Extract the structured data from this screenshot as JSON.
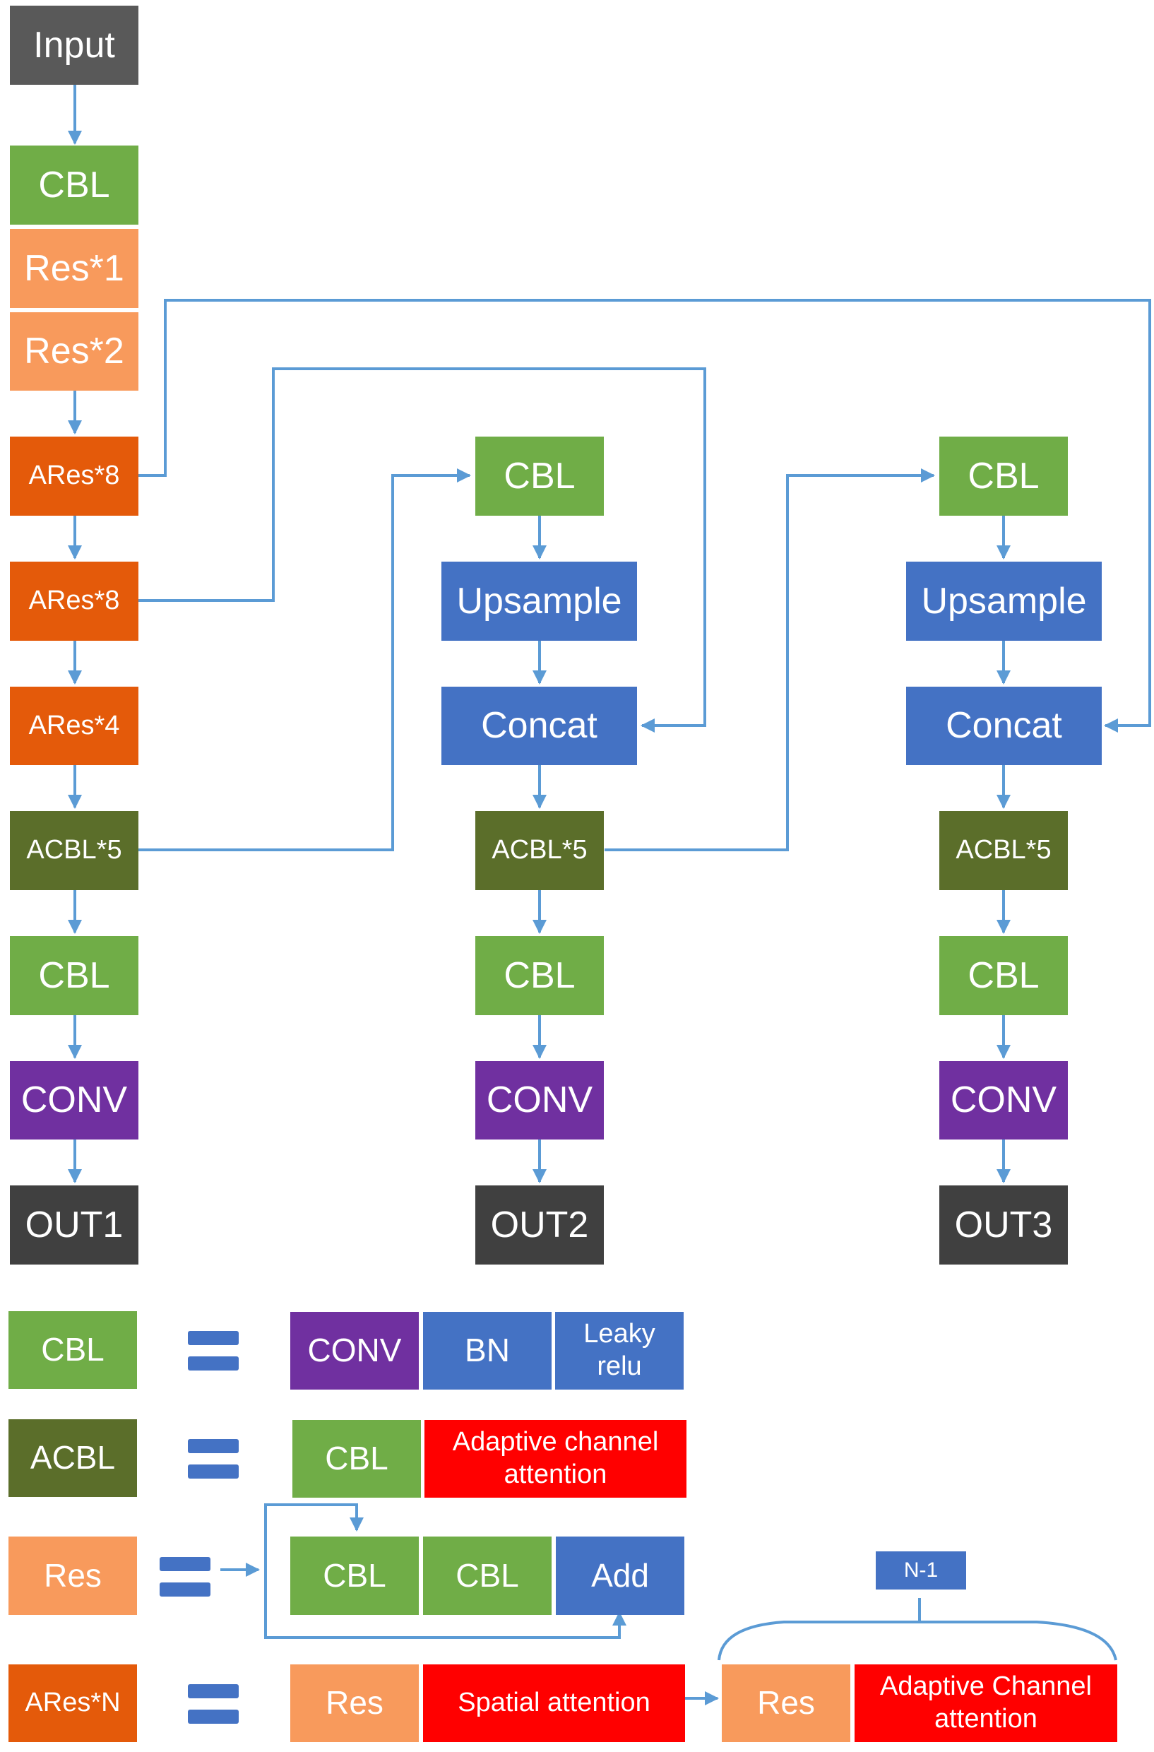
{
  "col1": {
    "input": "Input",
    "cbl_top": "CBL",
    "res1": "Res*1",
    "res2": "Res*2",
    "ares8_a": "ARes*8",
    "ares8_b": "ARes*8",
    "ares4": "ARes*4",
    "acbl5": "ACBL*5",
    "cbl": "CBL",
    "conv": "CONV",
    "out": "OUT1"
  },
  "col2": {
    "cbl_top": "CBL",
    "upsample": "Upsample",
    "concat": "Concat",
    "acbl5": "ACBL*5",
    "cbl": "CBL",
    "conv": "CONV",
    "out": "OUT2"
  },
  "col3": {
    "cbl_top": "CBL",
    "upsample": "Upsample",
    "concat": "Concat",
    "acbl5": "ACBL*5",
    "cbl": "CBL",
    "conv": "CONV",
    "out": "OUT3"
  },
  "legend": {
    "cbl": {
      "name": "CBL",
      "parts": [
        "CONV",
        "BN",
        "Leaky relu"
      ]
    },
    "acbl": {
      "name": "ACBL",
      "parts": [
        "CBL",
        "Adaptive channel attention"
      ]
    },
    "res": {
      "name": "Res",
      "parts": [
        "CBL",
        "CBL",
        "Add"
      ]
    },
    "aresn": {
      "name": "ARes*N",
      "parts": [
        "Res",
        "Spatial attention",
        "Res",
        "Adaptive Channel attention"
      ],
      "repeat_label": "N-1"
    }
  },
  "colors": {
    "arrow": "#5b9bd5",
    "green": "#70ad47",
    "olive": "#5b6e2a",
    "peach": "#f89a5c",
    "orange": "#e45a0a",
    "blue": "#4472c4",
    "purple": "#7030a0",
    "red": "#ff0000"
  }
}
